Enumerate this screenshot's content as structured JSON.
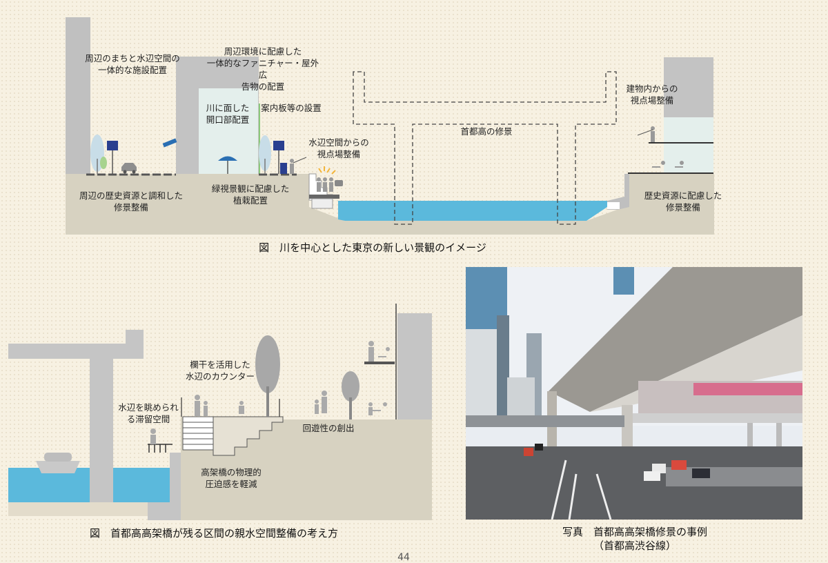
{
  "figure1": {
    "caption": "図　川を中心とした東京の新しい景観のイメージ",
    "labels": {
      "facility": "周辺のまちと水辺空間の\n一体的な施設配置",
      "furniture": "周辺環境に配慮した\n一体的なファニチャー・屋外広\n告物の配置",
      "opening": "川に面した\n開口部配置",
      "signboard": "案内板等の設置",
      "viewpoint_water": "水辺空間からの\n視点場整備",
      "expressway": "首都高の修景",
      "viewpoint_building": "建物内からの\n視点場整備",
      "history_left": "周辺の歴史資源と調和した\n修景整備",
      "planting": "緑視景観に配慮した\n植栽配置",
      "history_right": "歴史資源に配慮した\n修景整備"
    }
  },
  "figure2": {
    "caption": "図　首都高高架橋が残る区間の親水空間整備の考え方",
    "labels": {
      "counter": "欄干を活用した\n水辺のカウンター",
      "stay_space": "水辺を眺められ\nる滞留空間",
      "circulation": "回遊性の創出",
      "pressure": "高架橋の物理的\n圧迫感を軽減"
    }
  },
  "photo": {
    "caption_line1": "写真　首都高高架橋修景の事例",
    "caption_line2": "（首都高渋谷線）"
  },
  "page_number": "44",
  "colors": {
    "water": "#5bb9dc",
    "ground": "#d7d2c1",
    "building": "#c2c2c2",
    "glass": "#e3efec",
    "tree": "#c9dfe8",
    "tree_green": "#a7d38e",
    "sign": "#2a3f8f"
  }
}
